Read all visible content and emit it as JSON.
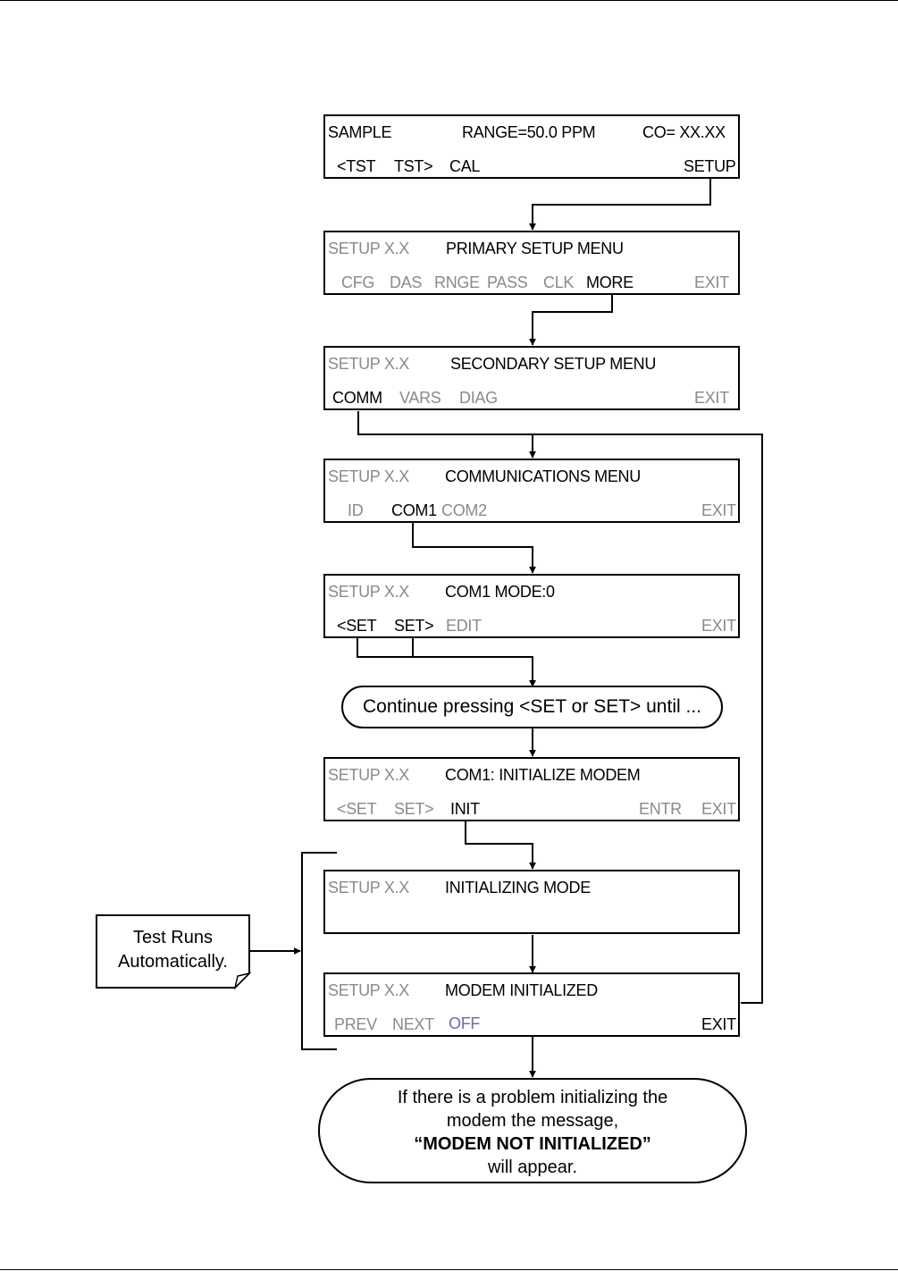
{
  "screens": {
    "s1": {
      "left": "SAMPLE",
      "center": "RANGE=50.0 PPM",
      "right": "CO= XX.XX",
      "keys": [
        "<TST",
        "TST>",
        "CAL",
        "SETUP"
      ]
    },
    "s2": {
      "left": "SETUP X.X",
      "title": "PRIMARY SETUP MENU",
      "keys": [
        "CFG",
        "DAS",
        "RNGE",
        "PASS",
        "CLK",
        "MORE",
        "EXIT"
      ]
    },
    "s3": {
      "left": "SETUP X.X",
      "title": "SECONDARY SETUP MENU",
      "keys": [
        "COMM",
        "VARS",
        "DIAG",
        "EXIT"
      ]
    },
    "s4": {
      "left": "SETUP X.X",
      "title": "COMMUNICATIONS MENU",
      "keys": [
        "ID",
        "COM1",
        "COM2",
        "EXIT"
      ]
    },
    "s5": {
      "left": "SETUP X.X",
      "title": "COM1 MODE:0",
      "keys": [
        "<SET",
        "SET>",
        "EDIT",
        "EXIT"
      ]
    },
    "s6": {
      "left": "SETUP X.X",
      "title": "COM1: INITIALIZE MODEM",
      "keys": [
        "<SET",
        "SET>",
        "INIT",
        "ENTR",
        "EXIT"
      ]
    },
    "s7": {
      "left": "SETUP X.X",
      "title": "INITIALIZING MODE"
    },
    "s8": {
      "left": "SETUP X.X",
      "title": "MODEM INITIALIZED",
      "keys": [
        "PREV",
        "NEXT",
        "OFF",
        "EXIT"
      ]
    }
  },
  "continue_note": {
    "prefix": "Continue pressing ",
    "k1": "<SET",
    "mid": " or ",
    "k2": "SET>",
    "suffix": " until ..."
  },
  "side_note": {
    "line1": "Test Runs",
    "line2": "Automatically."
  },
  "final_note": {
    "line1": "If there is a problem initializing the",
    "line2": "modem the message,",
    "line3": "“MODEM NOT INITIALIZED”",
    "line4": "will appear."
  }
}
